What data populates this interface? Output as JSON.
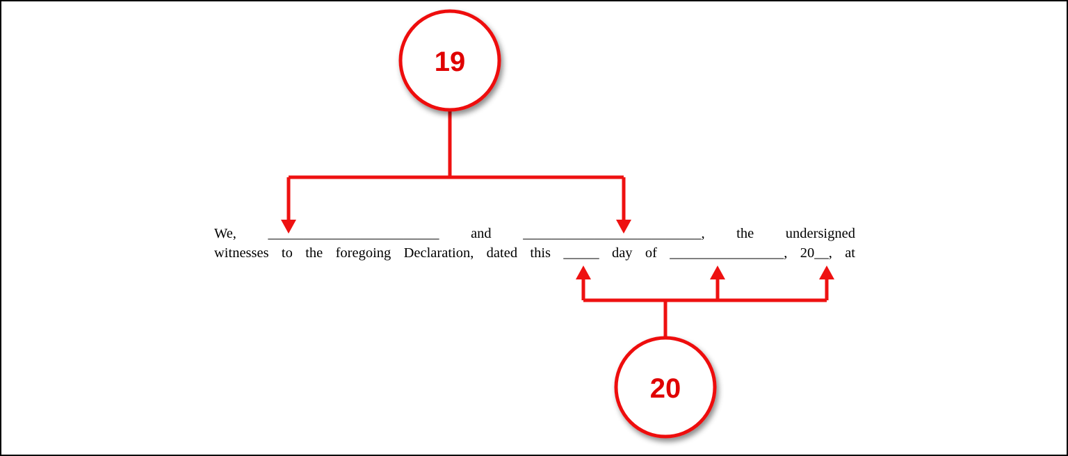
{
  "document": {
    "line1": [
      "We,",
      "________________________",
      "and",
      "_________________________,",
      "the",
      "undersigned"
    ],
    "line2": [
      "witnesses",
      "to",
      "the",
      "foregoing",
      "Declaration,",
      "dated",
      "this",
      "_____",
      "day",
      "of",
      "________________,",
      "20__,",
      "at"
    ]
  },
  "callouts": [
    {
      "label": "19"
    },
    {
      "label": "20"
    }
  ],
  "colors": {
    "callout": "#ee1111",
    "text": "#000000",
    "frame": "#000000"
  }
}
